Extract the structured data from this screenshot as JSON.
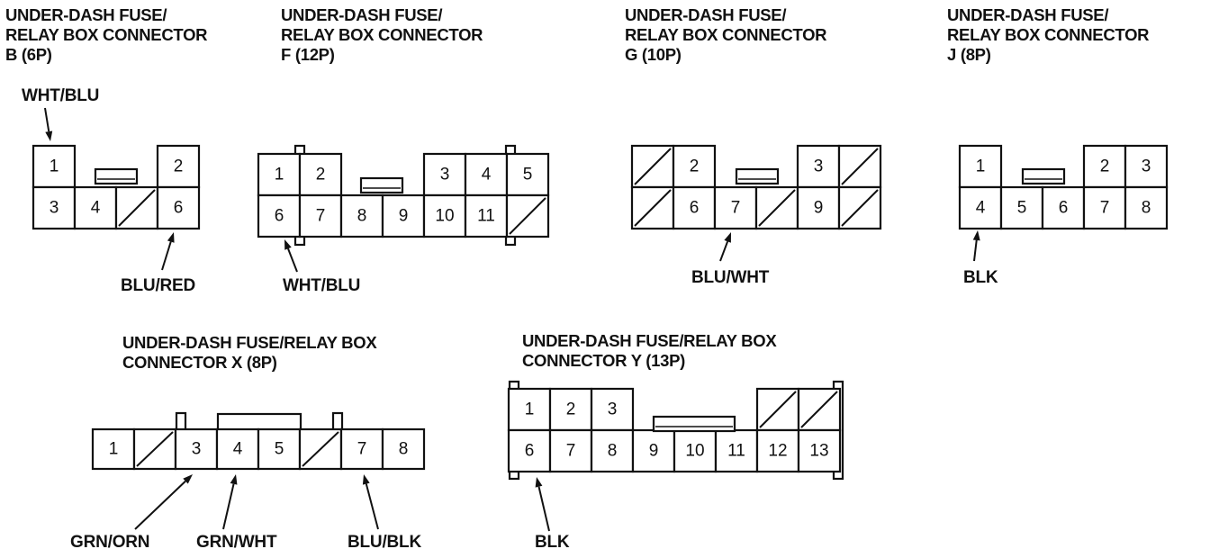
{
  "connectors": {
    "b": {
      "title": [
        "UNDER-DASH FUSE/",
        "RELAY BOX CONNECTOR",
        "B (6P)"
      ],
      "top": [
        "1",
        "",
        "",
        "2"
      ],
      "bottom": [
        "3",
        "4",
        "",
        "6"
      ],
      "wires": [
        "WHT/BLU",
        "BLU/RED"
      ]
    },
    "f": {
      "title": [
        "UNDER-DASH FUSE/",
        "RELAY BOX CONNECTOR",
        "F (12P)"
      ],
      "top": [
        "1",
        "2",
        "",
        "",
        "3",
        "4",
        "5"
      ],
      "bottom": [
        "6",
        "7",
        "8",
        "9",
        "10",
        "11",
        ""
      ],
      "wires": [
        "WHT/BLU"
      ]
    },
    "g": {
      "title": [
        "UNDER-DASH FUSE/",
        "RELAY BOX CONNECTOR",
        "G (10P)"
      ],
      "top": [
        "",
        "2",
        "",
        "",
        "3",
        ""
      ],
      "bottom": [
        "",
        "6",
        "7",
        "",
        "9",
        ""
      ],
      "wires": [
        "BLU/WHT"
      ]
    },
    "j": {
      "title": [
        "UNDER-DASH FUSE/",
        "RELAY BOX CONNECTOR",
        "J (8P)"
      ],
      "top": [
        "1",
        "",
        "",
        "2",
        "3"
      ],
      "bottom": [
        "4",
        "5",
        "6",
        "7",
        "8"
      ],
      "wires": [
        "BLK"
      ]
    },
    "x": {
      "title": [
        "UNDER-DASH FUSE/RELAY BOX",
        "CONNECTOR X (8P)"
      ],
      "cells": [
        "1",
        "",
        "3",
        "4",
        "5",
        "",
        "7",
        "8"
      ],
      "wires": [
        "GRN/ORN",
        "GRN/WHT",
        "BLU/BLK"
      ]
    },
    "y": {
      "title": [
        "UNDER-DASH FUSE/RELAY BOX",
        "CONNECTOR Y (13P)"
      ],
      "top": [
        "1",
        "2",
        "3",
        "",
        "",
        "",
        "",
        ""
      ],
      "bottom": [
        "6",
        "7",
        "8",
        "9",
        "10",
        "11",
        "12",
        "13"
      ],
      "wires": [
        "BLK"
      ]
    }
  }
}
